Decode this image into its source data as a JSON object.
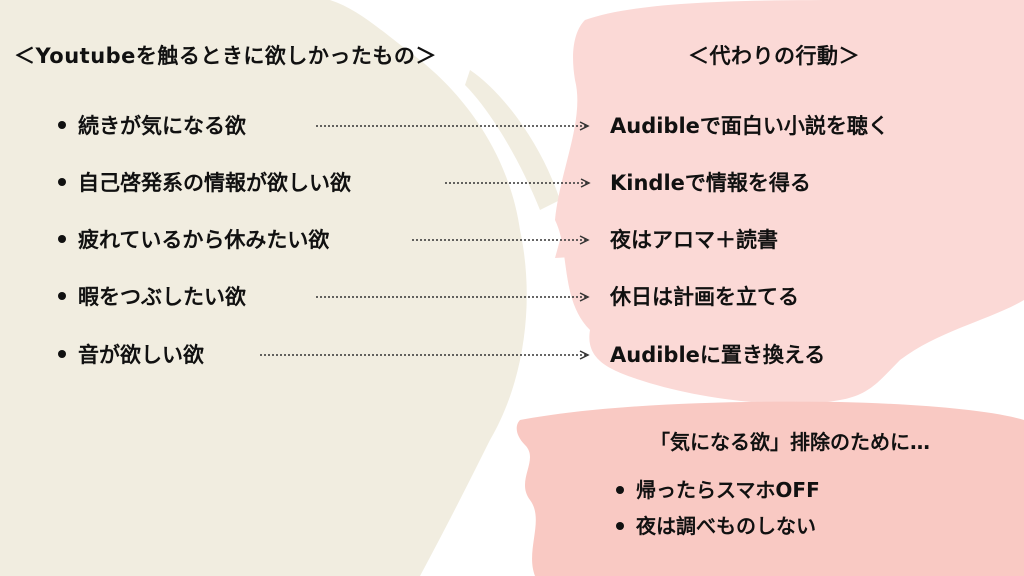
{
  "colors": {
    "beige_blob": "#f1ede0",
    "pink_blob": "#fbd9d6",
    "pink_note": "#f9c9c3",
    "text": "#111111"
  },
  "left": {
    "heading": "＜Youtubeを触るときに欲しかったもの＞",
    "items": [
      "続きが気になる欲",
      "自己啓発系の情報が欲しい欲",
      "疲れているから休みたい欲",
      "暇をつぶしたい欲",
      "音が欲しい欲"
    ]
  },
  "right": {
    "heading": "＜代わりの行動＞",
    "items": [
      "Audibleで面白い小説を聴く",
      "Kindleで情報を得る",
      "夜はアロマ＋読書",
      "休日は計画を立てる",
      "Audibleに置き換える"
    ]
  },
  "note": {
    "title": "「気になる欲」排除のために…",
    "items": [
      "帰ったらスマホOFF",
      "夜は調べものしない"
    ]
  }
}
